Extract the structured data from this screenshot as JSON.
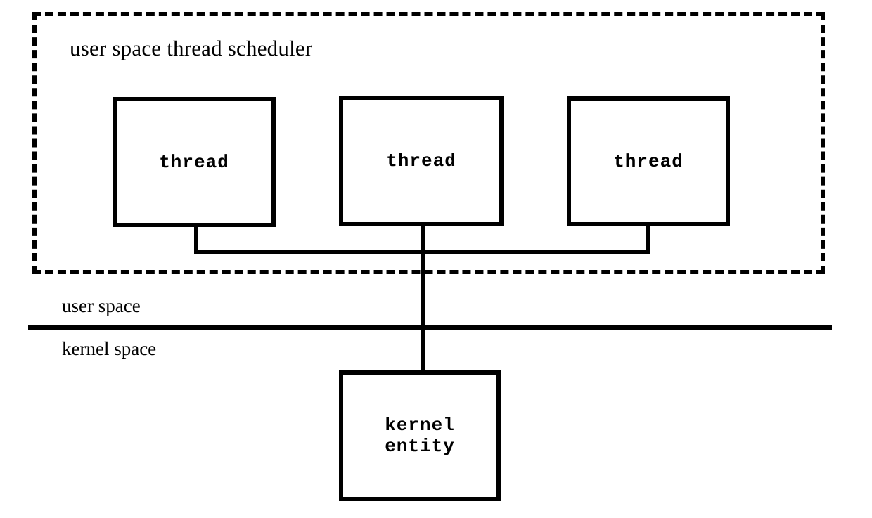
{
  "diagram": {
    "title": "user space thread scheduler",
    "regions": {
      "scheduler": {
        "label": "user space thread scheduler",
        "border_style": "dashed",
        "color": "#000000"
      }
    },
    "boundary": {
      "upper_label": "user space",
      "lower_label": "kernel space",
      "line_color": "#000000"
    },
    "threads": [
      {
        "label": "thread"
      },
      {
        "label": "thread"
      },
      {
        "label": "thread"
      }
    ],
    "kernel_entity": {
      "label": "kernel\nentity"
    },
    "colors": {
      "stroke": "#000000",
      "fill": "#ffffff",
      "background": "#ffffff"
    }
  }
}
